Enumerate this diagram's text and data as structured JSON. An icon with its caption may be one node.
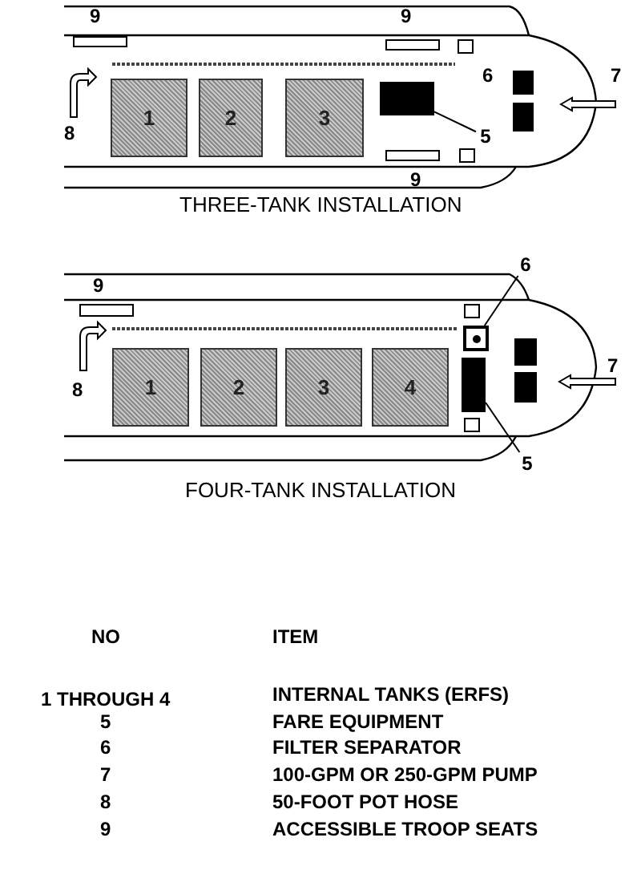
{
  "diagram": {
    "nodes": [
      {
        "text": [
          "1"
        ]
      },
      {
        "text": [
          "2"
        ]
      },
      {
        "text": [
          "3"
        ]
      },
      {
        "text": [
          "5"
        ]
      },
      {
        "text": [],
        "shape": "box"
      },
      {
        "text": [
          "1"
        ]
      },
      {
        "text": [
          "2"
        ]
      },
      {
        "text": [
          "3"
        ]
      },
      {
        "text": [
          "4"
        ]
      },
      {
        "text": [
          "6"
        ]
      },
      {
        "text": [],
        "shape": "box"
      },
      {
        "text": [
          "5"
        ]
      },
      {
        "text": [],
        "shape": "box"
      }
    ],
    "edges": [
      {
        "from": 3,
        "to": 4,
        "arrow": "none"
      },
      {
        "from": 9,
        "to": 10,
        "arrow": "none"
      },
      {
        "from": 11,
        "to": 12,
        "arrow": "none"
      }
    ],
    "labels": [
      "9",
      "9",
      "6",
      "7",
      "8",
      "9",
      "THREE-TANK INSTALLATION",
      "9",
      "7",
      "8",
      "FOUR-TANK INSTALLATION",
      "NO",
      "ITEM",
      "1 THROUGH 4",
      "INTERNAL TANKS (ERFS)",
      "5",
      "FARE EQUIPMENT",
      "6",
      "FILTER SEPARATOR",
      "7",
      "100-GPM OR 250-GPM PUMP",
      "8",
      "50-FOOT POT HOSE",
      "9",
      "ACCESSIBLE TROOP SEATS"
    ]
  }
}
